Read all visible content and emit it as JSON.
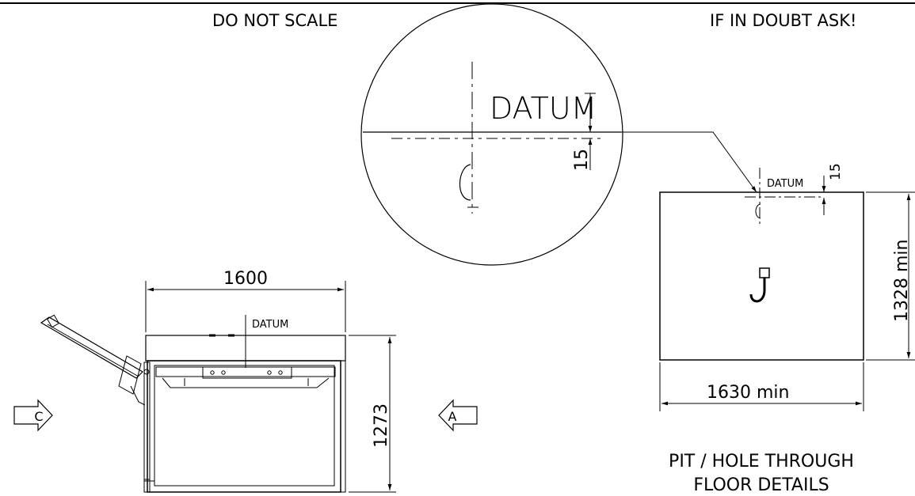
{
  "header": {
    "left_notice": "DO NOT SCALE",
    "right_notice": "IF IN DOUBT ASK!"
  },
  "detail_circle": {
    "datum_label": "DATUM",
    "offset_label": "15"
  },
  "pit_plan": {
    "datum_label": "DATUM",
    "offset_label": "15",
    "width_label": "1630 min",
    "depth_label": "1328 min",
    "caption_line1": "PIT / HOLE THROUGH",
    "caption_line2": "FLOOR DETAILS"
  },
  "machine_view": {
    "width_label": "1600",
    "height_label": "1273",
    "datum_label": "DATUM",
    "view_arrow_left": "C",
    "view_arrow_right": "A"
  }
}
